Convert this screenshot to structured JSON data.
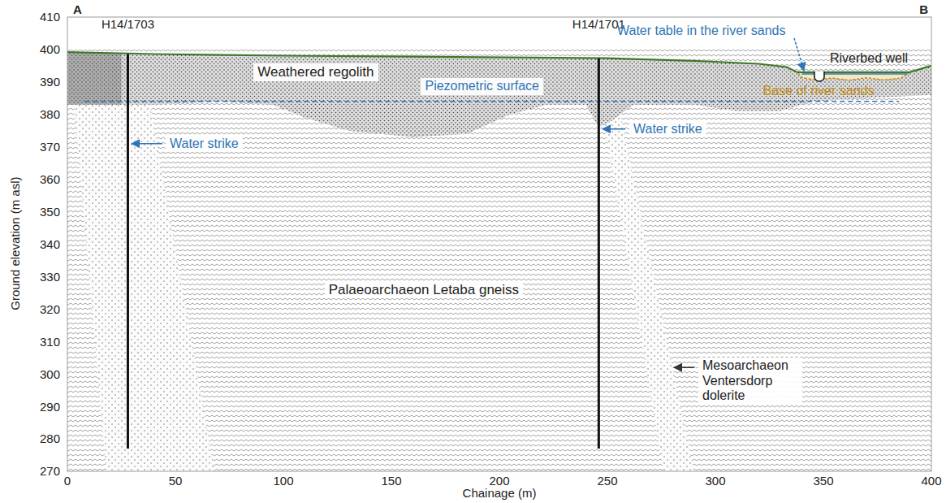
{
  "diagram": {
    "labels": [
      "410",
      "400",
      "390",
      "380",
      "370",
      "360",
      "350",
      "340",
      "330",
      "320",
      "310",
      "300",
      "290",
      "280",
      "270",
      "0",
      "50",
      "100",
      "150",
      "200",
      "250",
      "300",
      "350",
      "400",
      "Ground elevation (m asl)",
      "Chainage (m)",
      "A",
      "B",
      "H14/1703",
      "H14/1701",
      "Weathered regolith",
      "Piezometric surface",
      "Water strike",
      "Water strike",
      "Water table in the river sands",
      "Riverbed well",
      "Base of river sands",
      "Palaeoarchaeon Letaba gneiss",
      "Mesoarchaeon Ventersdorp dolerite"
    ]
  }
}
